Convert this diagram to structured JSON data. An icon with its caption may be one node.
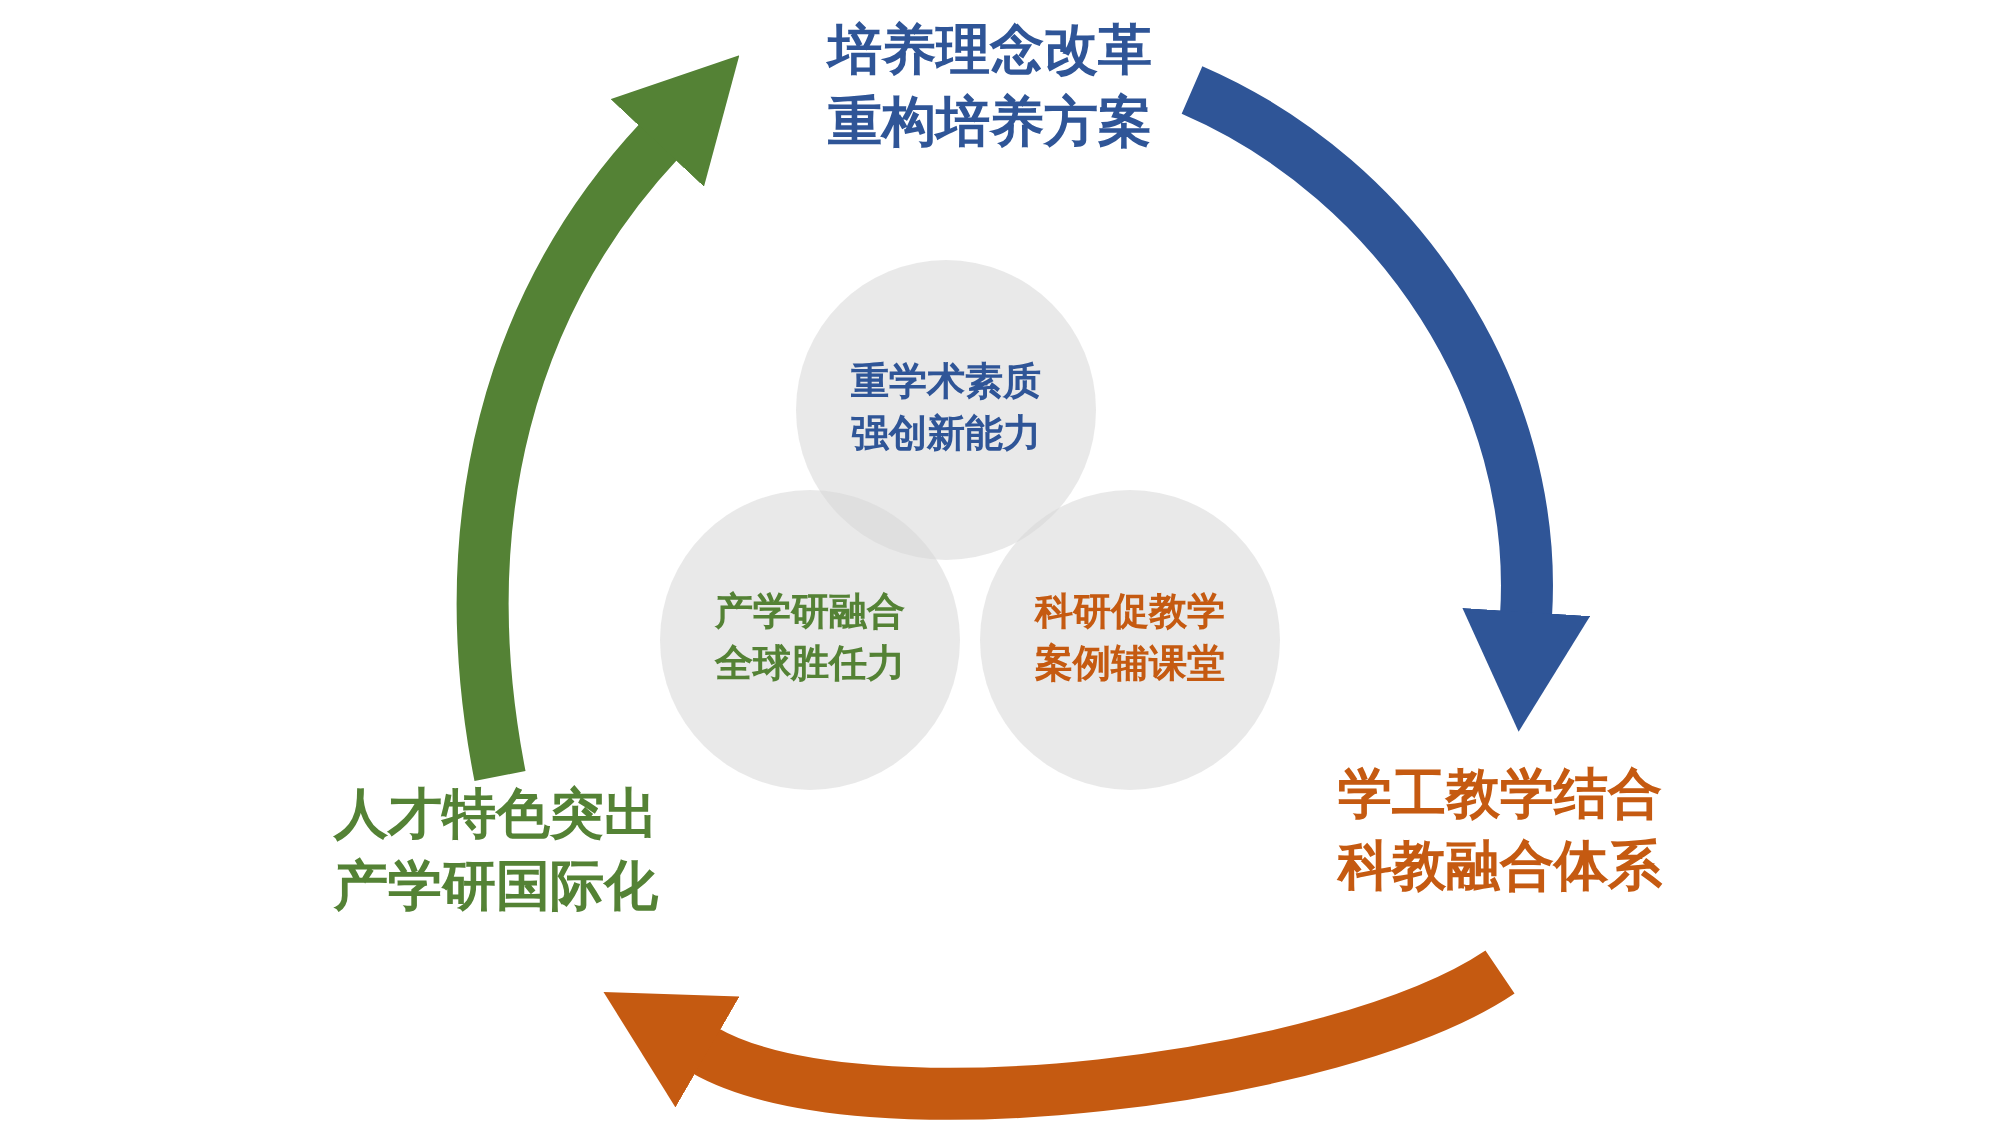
{
  "diagram": {
    "nodes": [
      {
        "text": [
          "培养理念改革重构培养方案"
        ]
      },
      {
        "text": [
          "学工教学结合科教融合体系"
        ]
      },
      {
        "text": [
          "人才特色突出产学研国际化"
        ]
      },
      {
        "text": [
          "重学术素质强创新能力"
        ]
      },
      {
        "text": [
          "产学研融合全球胜任力"
        ]
      },
      {
        "text": [
          "科研促教学案例辅课堂"
        ]
      }
    ],
    "edges": [
      {
        "from": 0,
        "to": 1,
        "arrow": "to",
        "color": "#2f5597"
      },
      {
        "from": 1,
        "to": 2,
        "arrow": "to",
        "color": "#c55a11"
      },
      {
        "from": 2,
        "to": 0,
        "arrow": "to",
        "color": "#548235"
      }
    ]
  }
}
